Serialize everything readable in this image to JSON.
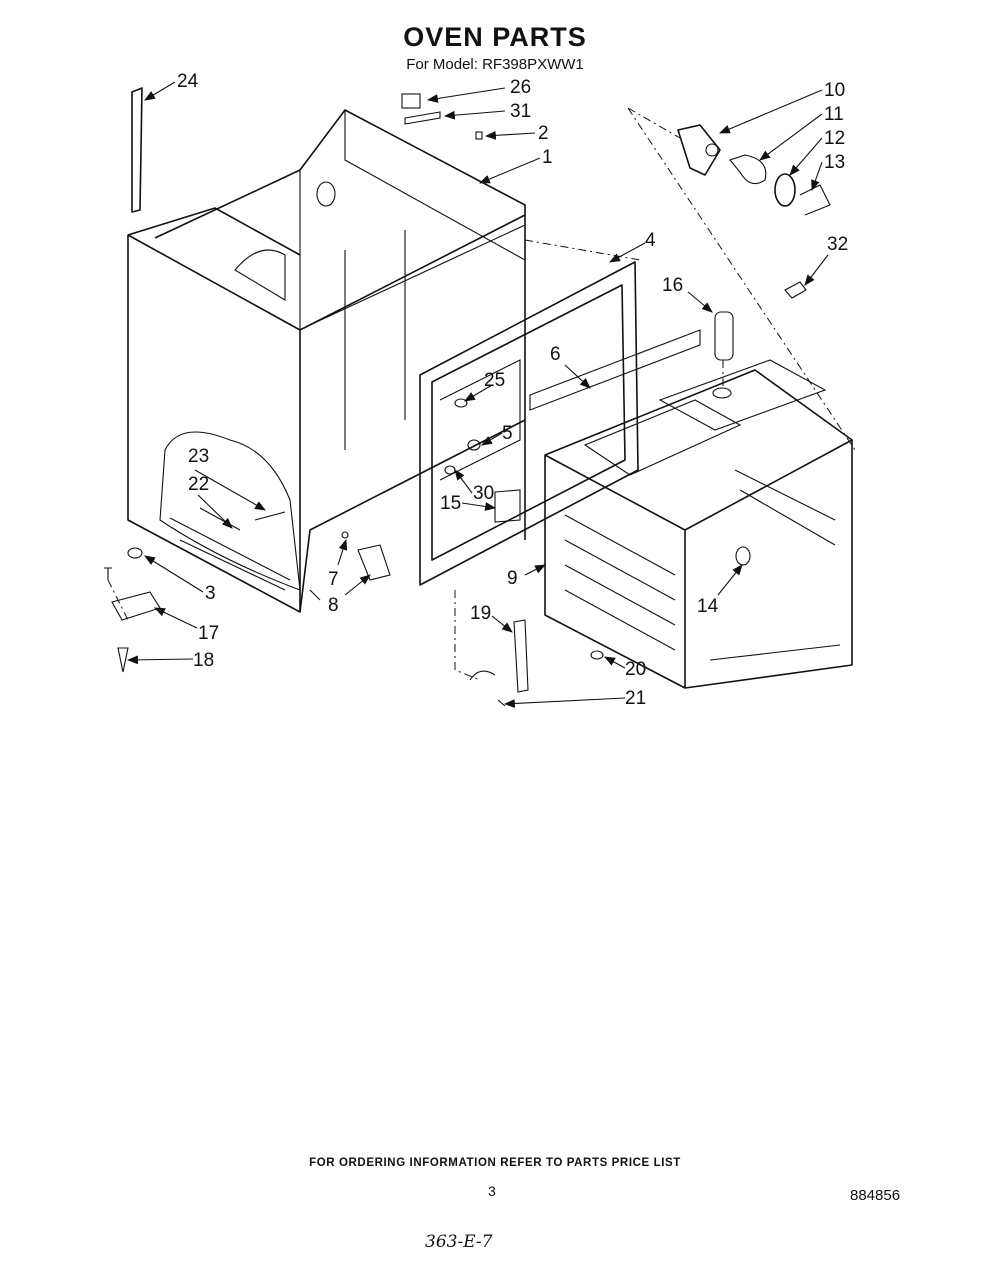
{
  "header": {
    "title": "OVEN PARTS",
    "model": "For Model: RF398PXWW1"
  },
  "callouts": {
    "c1": "1",
    "c2": "2",
    "c3": "3",
    "c4": "4",
    "c5": "5",
    "c6": "6",
    "c7": "7",
    "c8": "8",
    "c9": "9",
    "c10": "10",
    "c11": "11",
    "c12": "12",
    "c13": "13",
    "c14": "14",
    "c15": "15",
    "c16": "16",
    "c17": "17",
    "c18": "18",
    "c19": "19",
    "c20": "20",
    "c21": "21",
    "c22": "22",
    "c23": "23",
    "c24": "24",
    "c25": "25",
    "c26": "26",
    "c30": "30",
    "c31": "31",
    "c32": "32"
  },
  "footer": {
    "note": "FOR ORDERING INFORMATION REFER TO PARTS PRICE LIST",
    "page": "3",
    "doc_number": "884856",
    "handwritten": "363-E-7"
  }
}
